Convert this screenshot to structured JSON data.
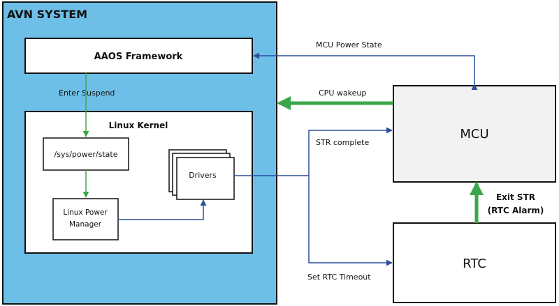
{
  "system": {
    "title": "AVN SYSTEM",
    "framework_label": "AAOS Framework",
    "enter_suspend_label": "Enter Suspend",
    "kernel_label": "Linux Kernel",
    "sys_power_state_label": "/sys/power/state",
    "power_manager_line1": "Linux Power",
    "power_manager_line2": "Manager",
    "drivers_label": "Drivers"
  },
  "mcu_label": "MCU",
  "rtc_label": "RTC",
  "edges": {
    "mcu_power_state": "MCU Power State",
    "cpu_wakeup": "CPU wakeup",
    "str_complete": "STR complete",
    "set_rtc_timeout": "Set RTC Timeout",
    "exit_str_line1": "Exit STR",
    "exit_str_line2": "(RTC Alarm)"
  },
  "colors": {
    "system_fill": "#6dbfe8",
    "node_fill": "#ffffff",
    "mcu_fill": "#f2f2f2",
    "border": "#111111",
    "blue_arrow": "#2b4f9a",
    "green_arrow": "#3aa84a"
  }
}
